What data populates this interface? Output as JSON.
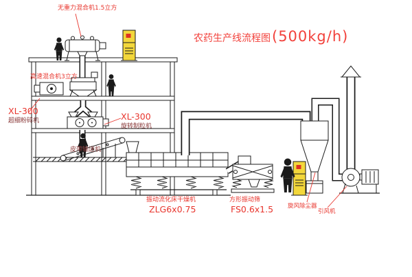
{
  "page": {
    "background": "#ffffff"
  },
  "title": {
    "main": "农药生产线流程图",
    "capacity": "(500kg/h)"
  },
  "labels": {
    "gravity_mixer": "无重力混合机1.5立方",
    "high_speed_mixer": "高速混合机3立方",
    "mill_model": "XL-300",
    "mill_name": "超细粉碎机",
    "granulator_model": "XL-300",
    "granulator_name": "旋转制粒机",
    "belt_conveyor": "皮带输送机",
    "dryer_name": "振动流化床干燥机",
    "dryer_model": "ZLG6x0.75",
    "sieve_name": "方形振动筛",
    "sieve_model": "FS0.6x1.5",
    "cyclone_name": "旋风除尘器",
    "fan_name": "引风机"
  },
  "colors": {
    "line": "#1b1b1b",
    "label_red": "#e8352d",
    "label_dark": "#8a3a3a",
    "title_red": "#f2413b",
    "cabinet_yellow": "#f3d73b",
    "button_red": "#dd3322"
  }
}
